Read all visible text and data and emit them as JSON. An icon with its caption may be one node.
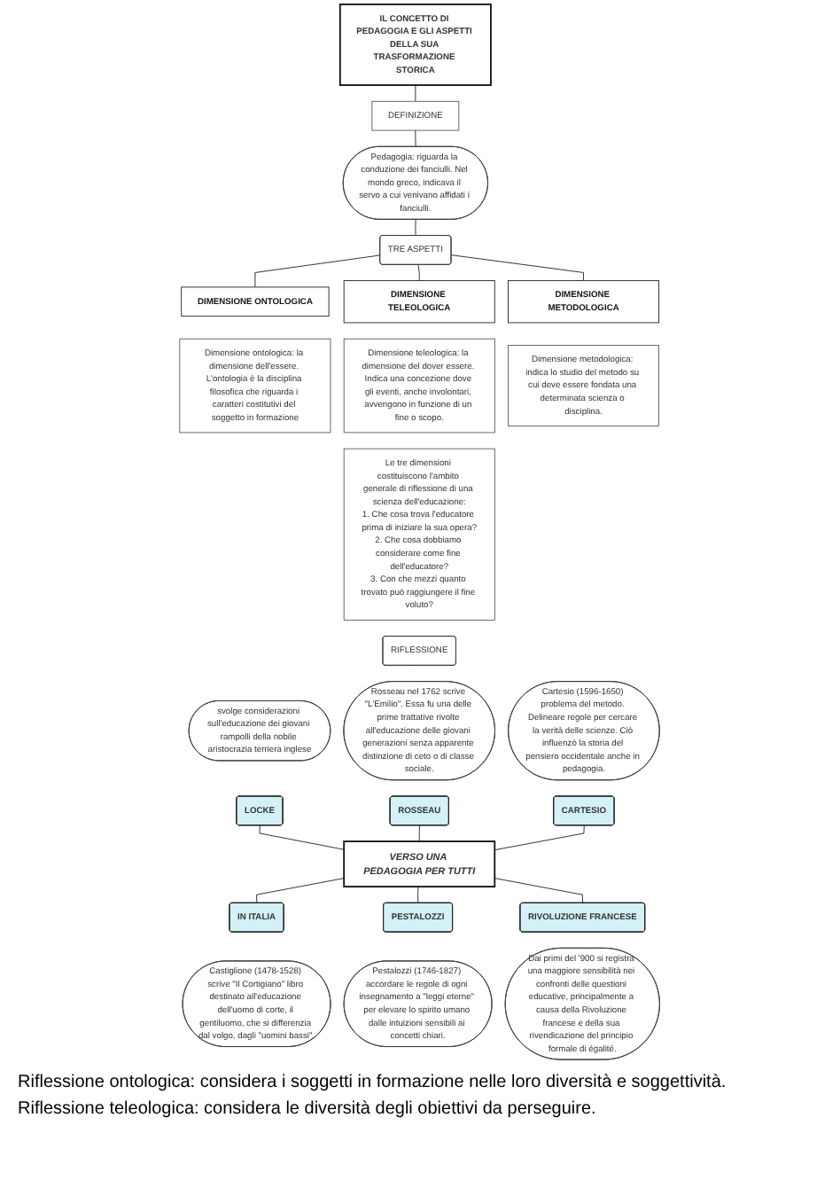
{
  "diagram": {
    "nodes": [
      {
        "text": [
          "IL CONCETTO DI PEDAGOGIA E GLI ASPETTI DELLA SUA TRASFORMAZIONE STORICA"
        ]
      },
      {
        "text": [
          "DEFINIZIONE"
        ]
      },
      {
        "text": [
          "Pedagogia: riguarda la conduzione dei fanciulli. Nel mondo greco, indicava il servo a cui venivano affidati i fanciulli."
        ]
      },
      {
        "text": [
          "TRE ASPETTI"
        ]
      },
      {
        "text": [
          "DIMENSIONE ONTOLOGICA"
        ]
      },
      {
        "text": [
          "DIMENSIONE TELEOLOGICA"
        ]
      },
      {
        "text": [
          "DIMENSIONE METODOLOGICA"
        ]
      },
      {
        "text": [
          "Dimensione ontologica: la dimensione dell'essere. L'ontologia è la disciplina filosofica che riguarda i caratteri costitutivi del soggetto in formazione"
        ]
      },
      {
        "text": [
          "Dimensione teleologica: la dimensione del dover essere. Indica una concezione dove gli eventi, anche involontari, avvengono in funzione di un fine o scopo."
        ]
      },
      {
        "text": [
          "Dimensione metodologica: indica lo studio del metodo su cui deve essere fondata una determinata scienza o disciplina."
        ]
      },
      {
        "text": [
          "Le tre dimensioni costituiscono l'ambito generale di riflessione di una scienza dell'educazione:",
          "1. Che cosa trova l'educatore prima di iniziare la sua opera?",
          "2. Che cosa dobbiamo considerare come fine dell'educatore?",
          "3. Con che mezzi quanto trovato può raggiungere il fine voluto?"
        ]
      },
      {
        "text": [
          "RIFLESSIONE"
        ]
      },
      {
        "text": [
          "VERSO UNA PEDAGOGIA PER TUTTI"
        ]
      },
      {
        "text": [
          "LOCKE"
        ]
      },
      {
        "text": [
          "svolge considerazioni sull'educazione dei giovani rampolli della nobile aristocrazia terriera inglese"
        ]
      },
      {
        "text": [
          "ROSSEAU"
        ]
      },
      {
        "text": [
          "Rosseau nel 1762 scrive \"L'Emilio\". Essa fu una delle prime trattative rivolte all'educazione delle giovani generazioni senza apparente distinzione di ceto o di classe sociale."
        ]
      },
      {
        "text": [
          "IN ITALIA"
        ]
      },
      {
        "text": [
          "Castiglione (1478-1528) scrive \"Il Cortigiano\" libro destinato all'educazione dell'uomo di corte, il gentiluomo, che si differenzia dal volgo, dagli \"uomini bassi\"."
        ]
      },
      {
        "text": [
          "CARTESIO"
        ]
      },
      {
        "text": [
          "Cartesio (1596-1650) problema del metodo. Delineare regole per cercare la verità delle scienze. Ciò influenzò la storia del pensiero occidentale anche in pedagogia."
        ]
      },
      {
        "text": [
          "PESTALOZZI"
        ]
      },
      {
        "text": [
          "Pestalozzi (1746-1827) accordare le regole di ogni insegnamento a \"leggi eterne\" per elevare lo spirito umano dalle intuizioni sensibili ai concetti chiari."
        ]
      },
      {
        "text": [
          "RIVOLUZIONE FRANCESE"
        ]
      },
      {
        "text": [
          "Dai primi del '900 si registra una maggiore sensibilità nei confronti delle questioni educative, principalmente a causa della Rivoluzione francese e della sua rivendicazione del principio formale di égalité."
        ]
      }
    ],
    "edges": [
      {
        "from": 0,
        "to": 1,
        "arrow": "none"
      },
      {
        "from": 1,
        "to": 2,
        "arrow": "none"
      },
      {
        "from": 2,
        "to": 3,
        "arrow": "none"
      },
      {
        "from": 3,
        "to": 4,
        "arrow": "none"
      },
      {
        "from": 3,
        "to": 5,
        "arrow": "none"
      },
      {
        "from": 3,
        "to": 6,
        "arrow": "none"
      },
      {
        "from": 13,
        "to": 12,
        "arrow": "none"
      },
      {
        "from": 15,
        "to": 12,
        "arrow": "none"
      },
      {
        "from": 19,
        "to": 12,
        "arrow": "none"
      },
      {
        "from": 12,
        "to": 17,
        "arrow": "none"
      },
      {
        "from": 12,
        "to": 21,
        "arrow": "none"
      },
      {
        "from": 12,
        "to": 23,
        "arrow": "none"
      }
    ],
    "labels": [
      "Riflessione ontologica: considera i soggetti in formazione nelle loro diversità e soggettività.",
      "Riflessione teleologica: considera le diversità degli obiettivi da perseguire."
    ]
  }
}
